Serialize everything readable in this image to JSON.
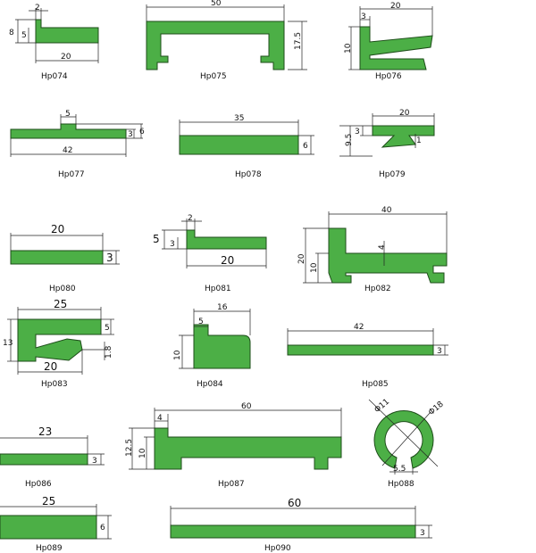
{
  "profiles": [
    {
      "code": "Hp074",
      "dims": [
        "2",
        "8",
        "5",
        "20"
      ]
    },
    {
      "code": "Hp075",
      "dims": [
        "50",
        "17.5"
      ]
    },
    {
      "code": "Hp076",
      "dims": [
        "20",
        "3",
        "10"
      ]
    },
    {
      "code": "Hp077",
      "dims": [
        "5",
        "3",
        "6",
        "42"
      ]
    },
    {
      "code": "Hp078",
      "dims": [
        "35",
        "6"
      ]
    },
    {
      "code": "Hp079",
      "dims": [
        "20",
        "9.5",
        "3",
        "1"
      ]
    },
    {
      "code": "Hp080",
      "dims": [
        "20",
        "3"
      ]
    },
    {
      "code": "Hp081",
      "dims": [
        "2",
        "5",
        "3",
        "20"
      ]
    },
    {
      "code": "Hp082",
      "dims": [
        "40",
        "20",
        "10",
        "4"
      ]
    },
    {
      "code": "Hp083",
      "dims": [
        "25",
        "13",
        "5",
        "1.8",
        "20"
      ]
    },
    {
      "code": "Hp084",
      "dims": [
        "16",
        "5",
        "10"
      ]
    },
    {
      "code": "Hp085",
      "dims": [
        "42",
        "3"
      ]
    },
    {
      "code": "Hp086",
      "dims": [
        "23",
        "3"
      ]
    },
    {
      "code": "Hp087",
      "dims": [
        "60",
        "4",
        "12.5",
        "10"
      ]
    },
    {
      "code": "Hp088",
      "dims": [
        "Φ11",
        "Φ18",
        "5.5"
      ]
    },
    {
      "code": "Hp089",
      "dims": [
        "25",
        "6"
      ]
    },
    {
      "code": "Hp090",
      "dims": [
        "60",
        "3"
      ]
    }
  ],
  "colors": {
    "profile_fill": "#4caf46",
    "profile_stroke": "#1e4d1a",
    "dimension_line": "#222222"
  }
}
